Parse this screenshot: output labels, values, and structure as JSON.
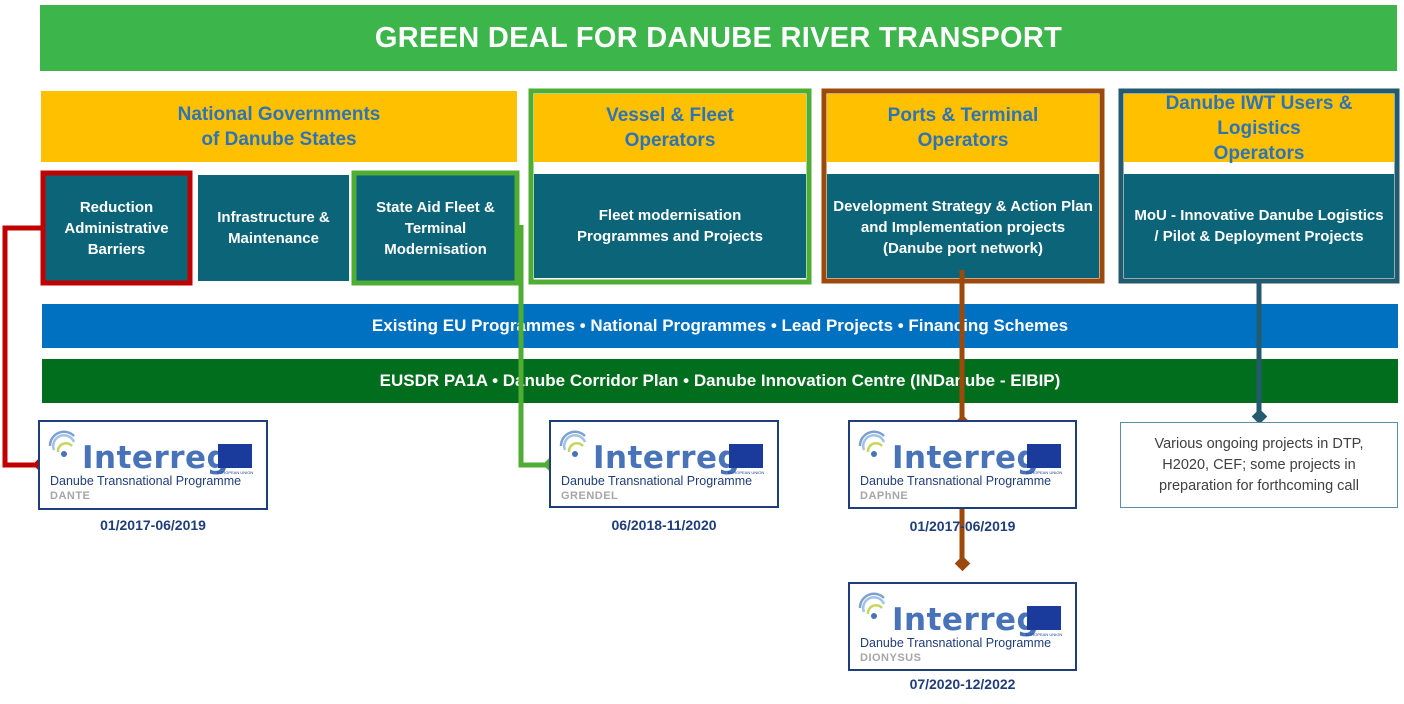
{
  "title": "GREEN DEAL FOR DANUBE RIVER TRANSPORT",
  "stakeholders": [
    {
      "line1": "National Governments",
      "line2": "of Danube States"
    },
    {
      "line1": "Vessel & Fleet",
      "line2": "Operators"
    },
    {
      "line1": "Ports & Terminal",
      "line2": "Operators"
    },
    {
      "line1": "Danube IWT Users & Logistics",
      "line2": "Operators"
    }
  ],
  "actions": [
    {
      "lines": [
        "Reduction",
        "Administrative",
        "Barriers"
      ]
    },
    {
      "lines": [
        "Infrastructure &",
        "Maintenance"
      ]
    },
    {
      "lines": [
        "State Aid Fleet &",
        "Terminal",
        "Modernisation"
      ]
    },
    {
      "lines": [
        "Fleet modernisation",
        "Programmes and Projects"
      ]
    },
    {
      "lines": [
        "Development Strategy & Action Plan",
        "and Implementation projects",
        "(Danube port network)"
      ]
    },
    {
      "lines": [
        "MoU - Innovative Danube Logistics",
        "/ Pilot & Deployment Projects"
      ]
    }
  ],
  "band_blue": "Existing EU Programmes • National Programmes • Lead Projects • Financing Schemes",
  "band_green": "EUSDR PA1A • Danube Corridor Plan • Danube Innovation Centre (INDanube - EIBIP)",
  "logo_word": "Interreg",
  "logo_program": "Danube Transnational Programme",
  "logo_eu": "EUROPEAN UNION",
  "projects": [
    {
      "name": "DANTE",
      "date": "01/2017-06/2019"
    },
    {
      "name": "GRENDEL",
      "date": "06/2018-11/2020"
    },
    {
      "name": "DAPhNE",
      "date": "01/2017-06/2019"
    },
    {
      "name": "DIONYSUS",
      "date": "07/2020-12/2022"
    }
  ],
  "note": {
    "lines": [
      "Various ongoing projects in DTP,",
      "H2020, CEF; some projects in",
      "preparation for forthcoming call"
    ]
  },
  "colors": {
    "title": "#3cb54a",
    "header": "#ffc000",
    "teal": "#0b6478",
    "blue_band": "#0070c0",
    "green_band": "#006e1c",
    "red": "#c00000",
    "green": "#4fad33",
    "brown": "#9c4a0b",
    "darkteal": "#245a6e"
  }
}
